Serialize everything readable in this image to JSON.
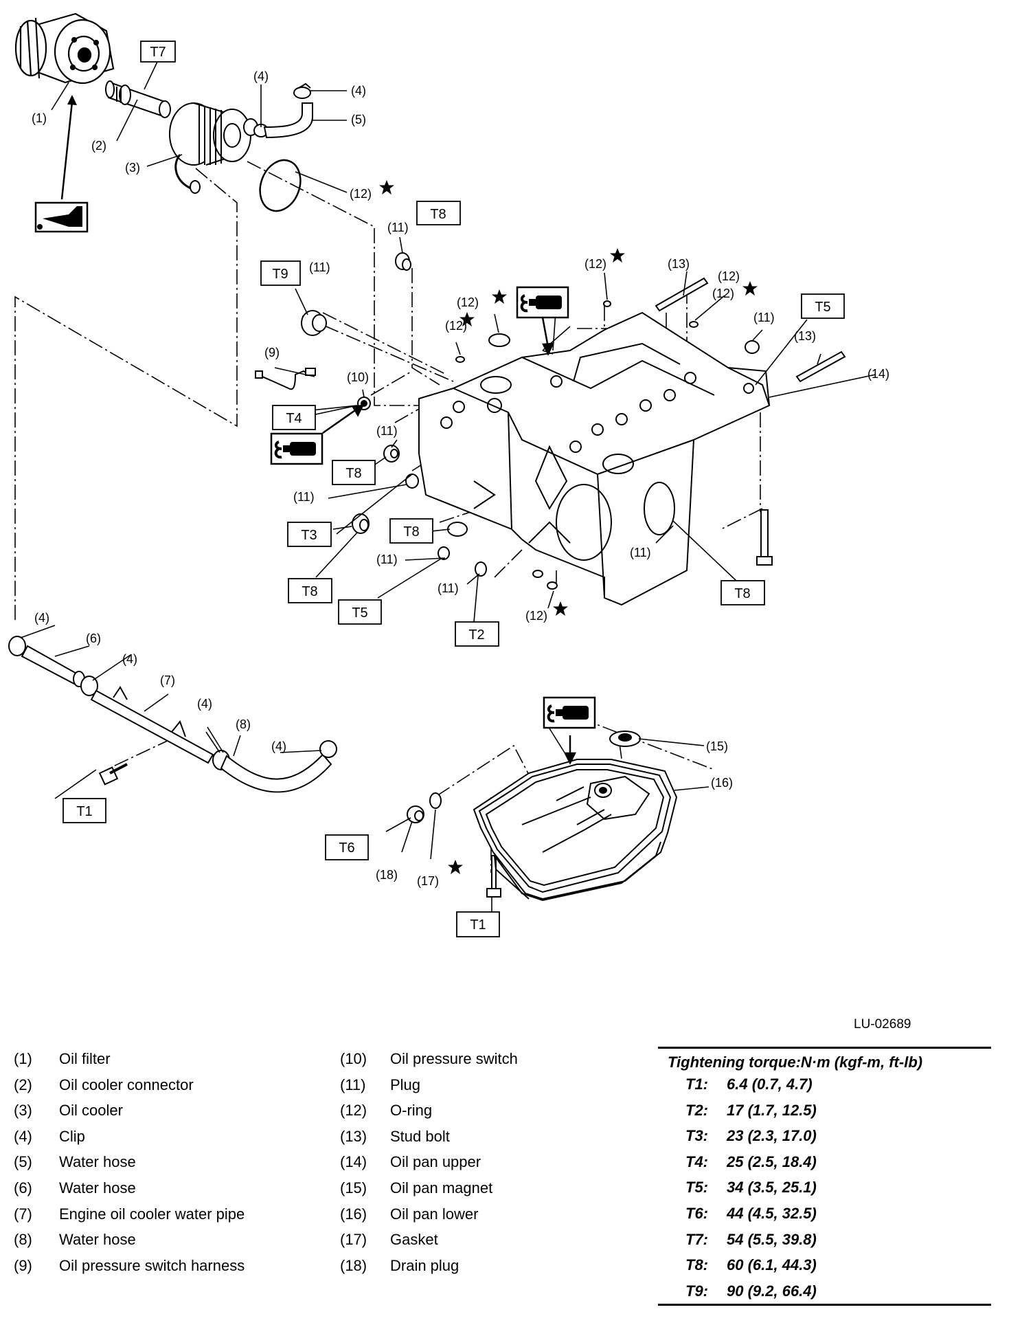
{
  "figure_id": "LU-02689",
  "callouts": {
    "c1": "(1)",
    "c2": "(2)",
    "c3": "(3)",
    "c4": "(4)",
    "c5": "(5)",
    "c6": "(6)",
    "c7": "(7)",
    "c8": "(8)",
    "c9": "(9)",
    "c10": "(10)",
    "c11": "(11)",
    "c12": "(12)",
    "c13": "(13)",
    "c14": "(14)",
    "c15": "(15)",
    "c16": "(16)",
    "c17": "(17)",
    "c18": "(18)"
  },
  "torque_tags": {
    "T1": "T1",
    "T2": "T2",
    "T3": "T3",
    "T4": "T4",
    "T5": "T5",
    "T6": "T6",
    "T7": "T7",
    "T8": "T8",
    "T9": "T9"
  },
  "legend": {
    "left": [
      {
        "num": "(1)",
        "name": "Oil filter"
      },
      {
        "num": "(2)",
        "name": "Oil cooler connector"
      },
      {
        "num": "(3)",
        "name": "Oil cooler"
      },
      {
        "num": "(4)",
        "name": "Clip"
      },
      {
        "num": "(5)",
        "name": "Water hose"
      },
      {
        "num": "(6)",
        "name": "Water hose"
      },
      {
        "num": "(7)",
        "name": "Engine oil cooler water pipe"
      },
      {
        "num": "(8)",
        "name": "Water hose"
      },
      {
        "num": "(9)",
        "name": "Oil pressure switch harness"
      }
    ],
    "middle": [
      {
        "num": "(10)",
        "name": "Oil pressure switch"
      },
      {
        "num": "(11)",
        "name": "Plug"
      },
      {
        "num": "(12)",
        "name": "O-ring"
      },
      {
        "num": "(13)",
        "name": "Stud bolt"
      },
      {
        "num": "(14)",
        "name": "Oil pan upper"
      },
      {
        "num": "(15)",
        "name": "Oil pan magnet"
      },
      {
        "num": "(16)",
        "name": "Oil pan lower"
      },
      {
        "num": "(17)",
        "name": "Gasket"
      },
      {
        "num": "(18)",
        "name": "Drain plug"
      }
    ]
  },
  "torque_table": {
    "header": "Tightening torque:N·m (kgf-m, ft-lb)",
    "rows": [
      {
        "code": "T1:",
        "value": "6.4 (0.7, 4.7)"
      },
      {
        "code": "T2:",
        "value": "17 (1.7, 12.5)"
      },
      {
        "code": "T3:",
        "value": "23 (2.3, 17.0)"
      },
      {
        "code": "T4:",
        "value": "25 (2.5, 18.4)"
      },
      {
        "code": "T5:",
        "value": "34 (3.5, 25.1)"
      },
      {
        "code": "T6:",
        "value": "44 (4.5, 32.5)"
      },
      {
        "code": "T7:",
        "value": "54 (5.5, 39.8)"
      },
      {
        "code": "T8:",
        "value": "60 (6.1, 44.3)"
      },
      {
        "code": "T9:",
        "value": "90 (9.2, 66.4)"
      }
    ]
  },
  "symbols": {
    "star": "star-icon (replace with new part)",
    "sealant": "liquid-gasket-icon",
    "oil": "engine-oil-icon"
  }
}
